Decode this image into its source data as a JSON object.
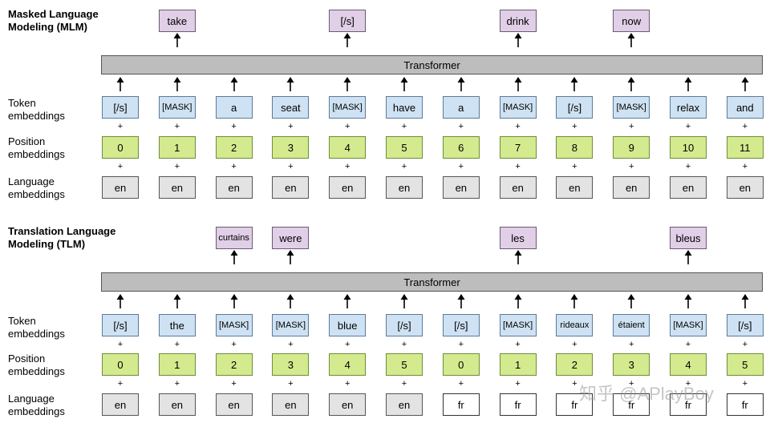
{
  "mlm": {
    "title": "Masked Language\nModeling (MLM)",
    "transformer_label": "Transformer",
    "tokens": [
      "[/s]",
      "[MASK]",
      "a",
      "seat",
      "[MASK]",
      "have",
      "a",
      "[MASK]",
      "[/s]",
      "[MASK]",
      "relax",
      "and"
    ],
    "positions": [
      "0",
      "1",
      "2",
      "3",
      "4",
      "5",
      "6",
      "7",
      "8",
      "9",
      "10",
      "11"
    ],
    "languages": [
      "en",
      "en",
      "en",
      "en",
      "en",
      "en",
      "en",
      "en",
      "en",
      "en",
      "en",
      "en"
    ],
    "outputs": [
      {
        "column": 1,
        "text": "take"
      },
      {
        "column": 4,
        "text": "[/s]"
      },
      {
        "column": 7,
        "text": "drink"
      },
      {
        "column": 9,
        "text": "now"
      }
    ]
  },
  "tlm": {
    "title": "Translation Language\nModeling (TLM)",
    "transformer_label": "Transformer",
    "tokens": [
      "[/s]",
      "the",
      "[MASK]",
      "[MASK]",
      "blue",
      "[/s]",
      "[/s]",
      "[MASK]",
      "rideaux",
      "étaient",
      "[MASK]",
      "[/s]"
    ],
    "positions": [
      "0",
      "1",
      "2",
      "3",
      "4",
      "5",
      "0",
      "1",
      "2",
      "3",
      "4",
      "5"
    ],
    "languages": [
      "en",
      "en",
      "en",
      "en",
      "en",
      "en",
      "fr",
      "fr",
      "fr",
      "fr",
      "fr",
      "fr"
    ],
    "outputs": [
      {
        "column": 2,
        "text": "curtains"
      },
      {
        "column": 3,
        "text": "were"
      },
      {
        "column": 7,
        "text": "les"
      },
      {
        "column": 10,
        "text": "bleus"
      }
    ]
  },
  "labels": {
    "token": "Token\nembeddings",
    "position": "Position\nembeddings",
    "language": "Language\nembeddings",
    "plus": "+"
  },
  "colors": {
    "token": "#cfe2f3",
    "position": "#d4ea8e",
    "language_en": "#e3e3e3",
    "language_fr": "#ffffff",
    "output": "#e0cfe6",
    "transformer": "#bdbdbd"
  },
  "watermark": "知乎 @APlayBoy"
}
